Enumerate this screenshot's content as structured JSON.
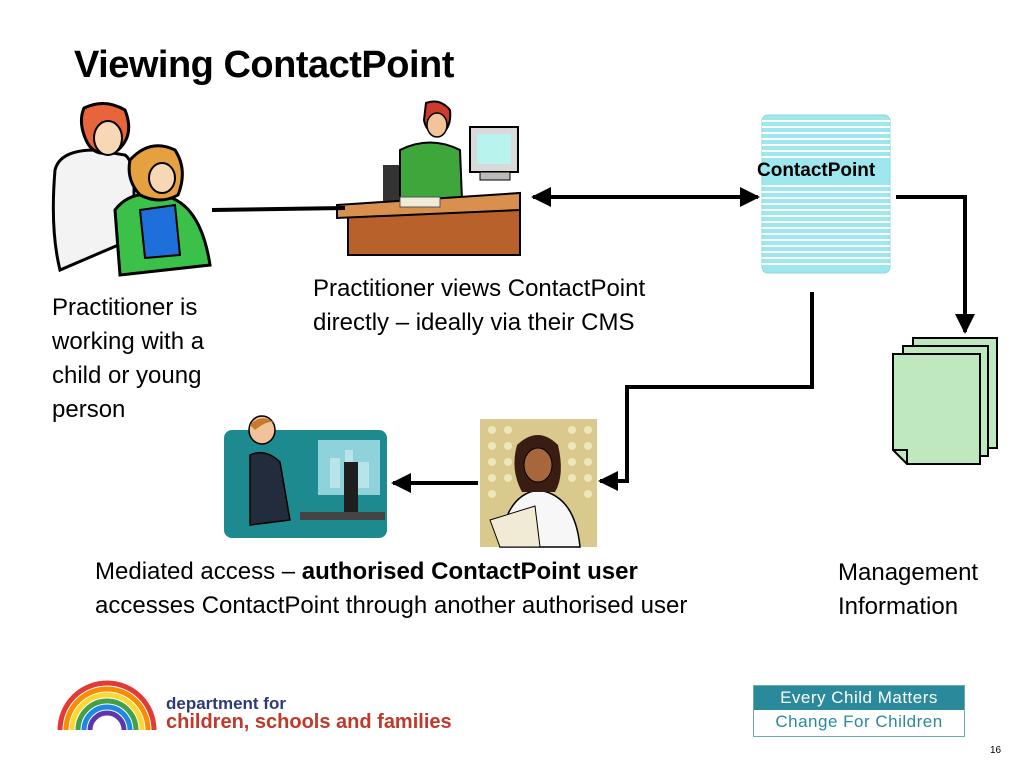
{
  "slide": {
    "title": "Viewing ContactPoint",
    "number": "16"
  },
  "diagram": {
    "database_label": "ContactPoint",
    "captions": {
      "practitioner_child": "Practitioner is working with a child or young person",
      "practitioner_views": "Practitioner views ContactPoint directly – ideally via their CMS",
      "mediated_prefix": "Mediated access – ",
      "mediated_bold": "authorised ContactPoint user",
      "mediated_suffix": " accesses ContactPoint through another authorised user",
      "management_info": "Management Information"
    }
  },
  "footer": {
    "dept_line1": "department for",
    "dept_line2": "children, schools and families",
    "ecm_line1": "Every Child Matters",
    "ecm_line2": "Change For Children"
  },
  "colors": {
    "database": "#9ee7ee",
    "document": "#bfe8bf",
    "ecm_teal": "#2a8a9b",
    "dept_red": "#c0392b",
    "dept_blue": "#2e3a78"
  }
}
